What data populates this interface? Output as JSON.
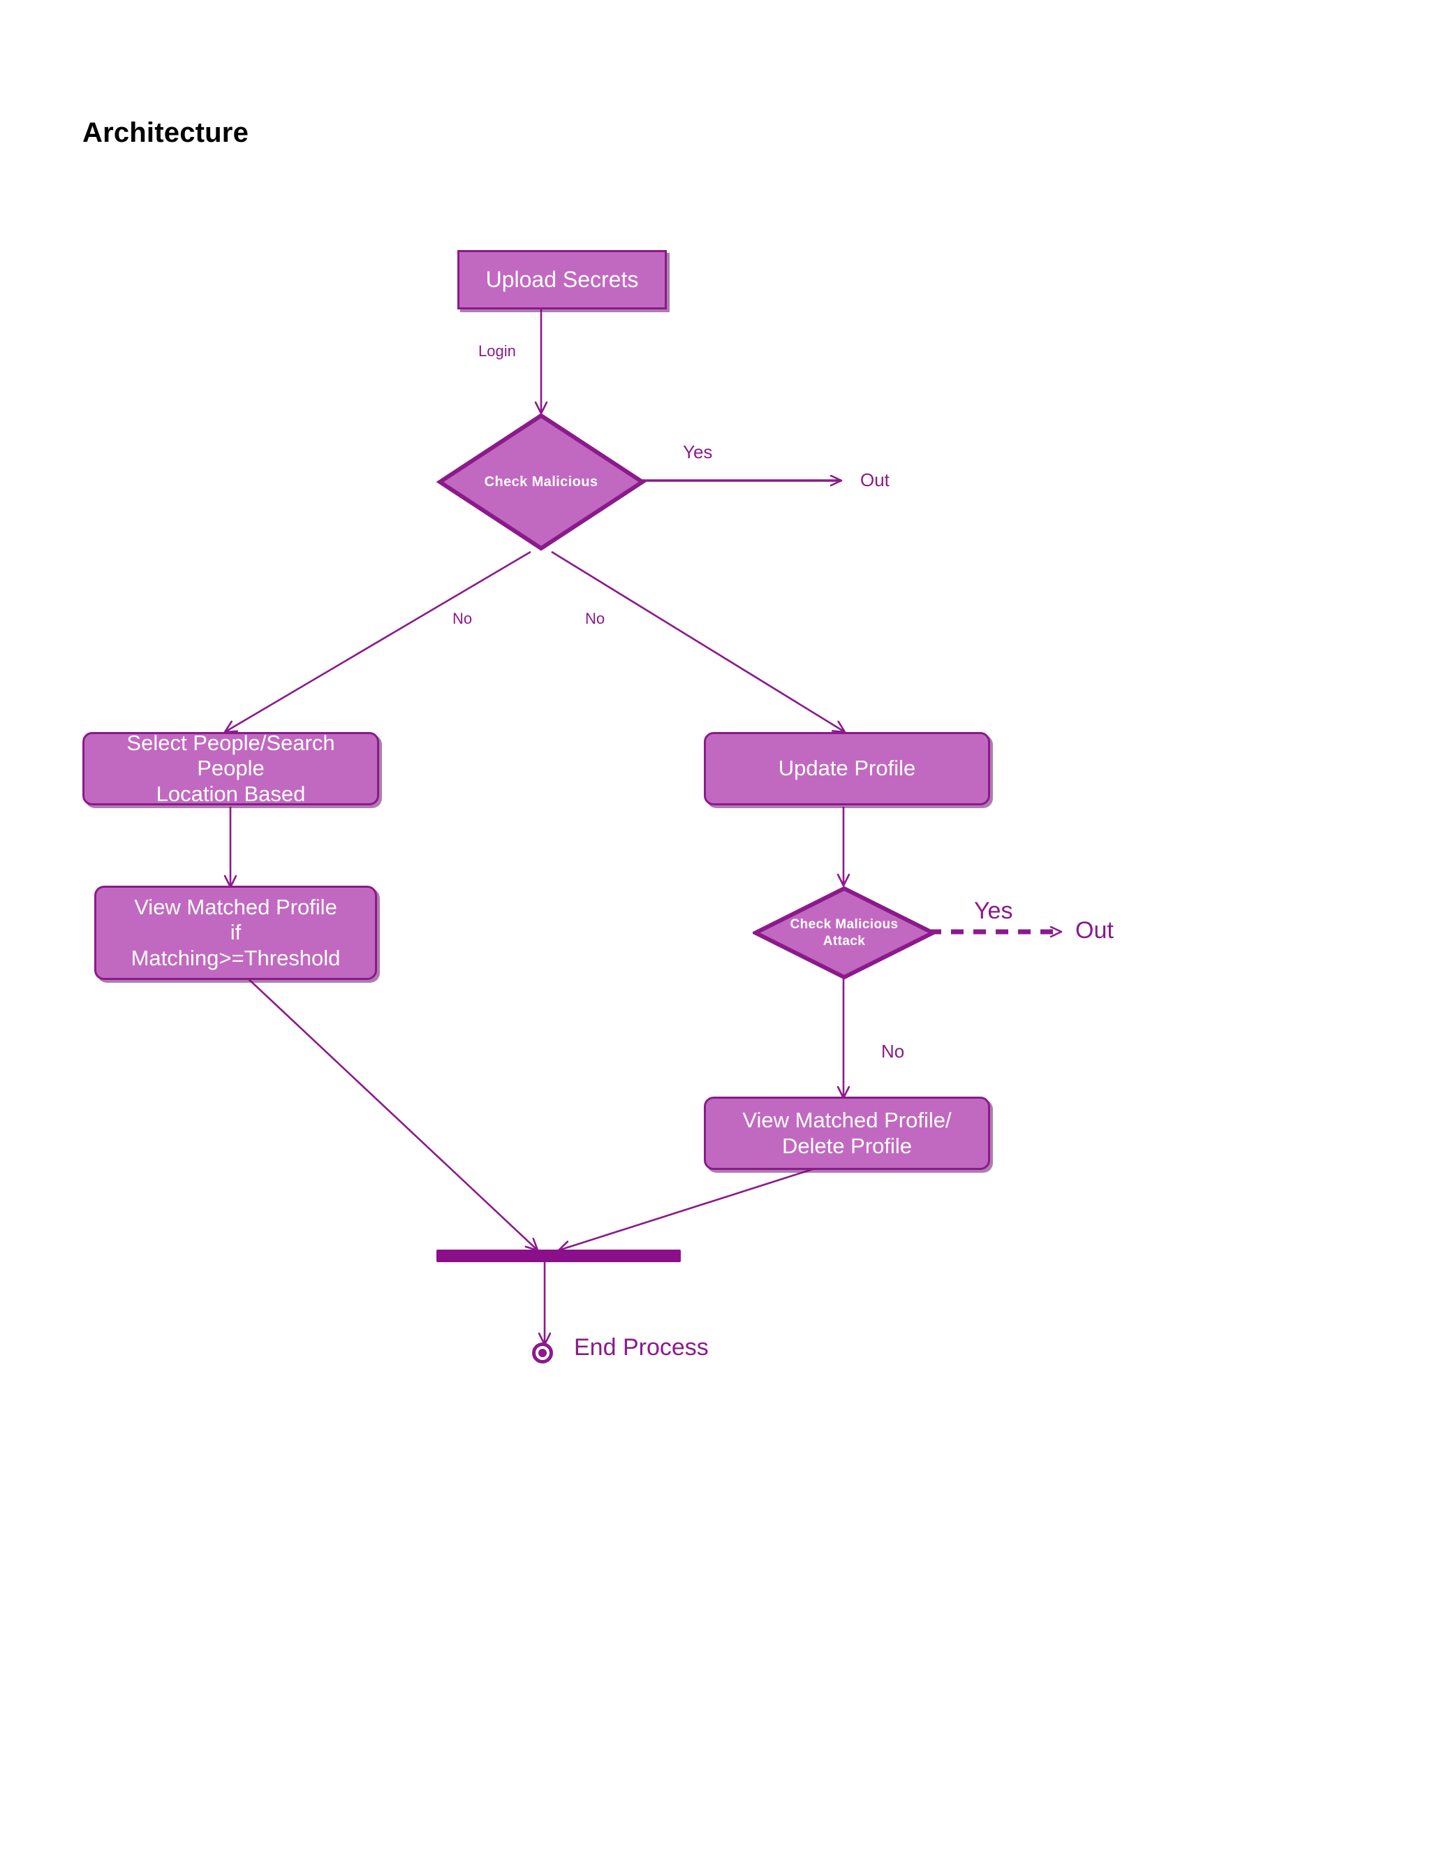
{
  "page": {
    "title": "Architecture",
    "background_color": "#ffffff"
  },
  "theme": {
    "node_fill": "#c169c0",
    "node_stroke": "#8b1a8b",
    "node_text": "#ffffff",
    "edge_color": "#8b1a8b",
    "bar_fill": "#8b0f8b",
    "title_color": "#000000"
  },
  "diagram": {
    "type": "uml-activity-diagram",
    "nodes": [
      {
        "id": "upload-secrets",
        "shape": "rectangle",
        "lines": [
          "Upload Secrets"
        ]
      },
      {
        "id": "check-malicious",
        "shape": "diamond",
        "lines": [
          "Check Malicious"
        ]
      },
      {
        "id": "select-people",
        "shape": "rounded-rectangle",
        "lines": [
          "Select People/Search People",
          "Location Based"
        ]
      },
      {
        "id": "update-profile",
        "shape": "rounded-rectangle",
        "lines": [
          "Update Profile"
        ]
      },
      {
        "id": "view-matched-threshold",
        "shape": "rounded-rectangle",
        "lines": [
          "View Matched Profile",
          "if",
          "Matching>=Threshold"
        ]
      },
      {
        "id": "check-malicious-attack",
        "shape": "diamond",
        "lines": [
          "Check Malicious",
          "Attack"
        ]
      },
      {
        "id": "view-matched-delete",
        "shape": "rounded-rectangle",
        "lines": [
          "View Matched Profile/",
          "Delete Profile"
        ]
      },
      {
        "id": "join-bar",
        "shape": "synchronization-bar",
        "lines": []
      },
      {
        "id": "end-process",
        "shape": "final-state",
        "lines": [
          "End Process"
        ]
      }
    ],
    "terminals": [
      {
        "id": "out-top",
        "label": "Out"
      },
      {
        "id": "out-bottom",
        "label": "Out"
      }
    ],
    "edges": [
      {
        "from": "upload-secrets",
        "to": "check-malicious",
        "label": "Login",
        "style": "solid"
      },
      {
        "from": "check-malicious",
        "to": "out-top",
        "label": "Yes",
        "style": "solid"
      },
      {
        "from": "check-malicious",
        "to": "select-people",
        "label": "No",
        "style": "solid"
      },
      {
        "from": "check-malicious",
        "to": "update-profile",
        "label": "No",
        "style": "solid"
      },
      {
        "from": "select-people",
        "to": "view-matched-threshold",
        "label": "",
        "style": "solid"
      },
      {
        "from": "update-profile",
        "to": "check-malicious-attack",
        "label": "",
        "style": "solid"
      },
      {
        "from": "check-malicious-attack",
        "to": "out-bottom",
        "label": "Yes",
        "style": "dashed"
      },
      {
        "from": "check-malicious-attack",
        "to": "view-matched-delete",
        "label": "No",
        "style": "solid"
      },
      {
        "from": "view-matched-threshold",
        "to": "join-bar",
        "label": "",
        "style": "solid"
      },
      {
        "from": "view-matched-delete",
        "to": "join-bar",
        "label": "",
        "style": "solid"
      },
      {
        "from": "join-bar",
        "to": "end-process",
        "label": "",
        "style": "solid"
      }
    ]
  },
  "labels": {
    "login": "Login",
    "yes_top": "Yes",
    "out_top": "Out",
    "no_left": "No",
    "no_right": "No",
    "yes_bottom": "Yes",
    "out_bottom": "Out",
    "no_bottom": "No",
    "end_process": "End Process"
  },
  "nodes": {
    "upload_secrets": {
      "l1": "Upload Secrets"
    },
    "check_malicious": {
      "l1": "Check Malicious"
    },
    "select_people": {
      "l1": "Select People/Search People",
      "l2": "Location Based"
    },
    "update_profile": {
      "l1": "Update Profile"
    },
    "view_matched_threshold": {
      "l1": "View Matched Profile",
      "l2": "if",
      "l3": "Matching>=Threshold"
    },
    "check_malicious_attack": {
      "l1": "Check Malicious",
      "l2": "Attack"
    },
    "view_matched_delete": {
      "l1": "View Matched Profile/",
      "l2": "Delete Profile"
    }
  }
}
